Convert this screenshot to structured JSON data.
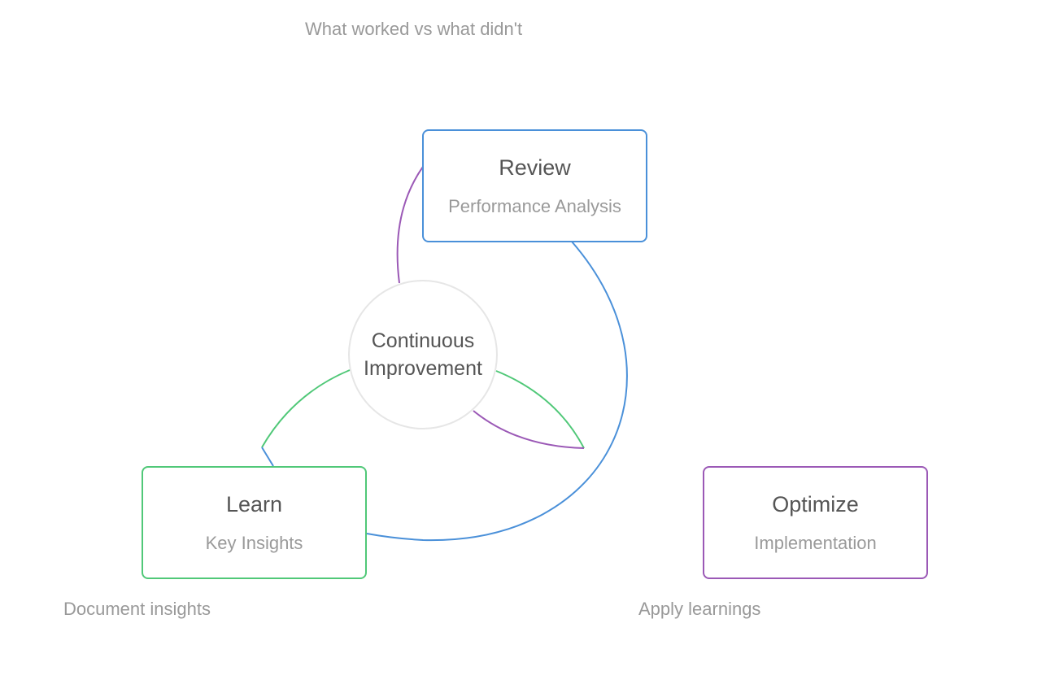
{
  "center": {
    "line1": "Continuous",
    "line2": "Improvement"
  },
  "stages": [
    {
      "key": "review",
      "title": "Review",
      "subtitle": "Performance Analysis",
      "note": "What worked vs what didn't",
      "color": "#4a90d9"
    },
    {
      "key": "learn",
      "title": "Learn",
      "subtitle": "Key Insights",
      "note": "Document insights",
      "color": "#50c878"
    },
    {
      "key": "optimize",
      "title": "Optimize",
      "subtitle": "Implementation",
      "note": "Apply learnings",
      "color": "#9b59b6"
    }
  ],
  "colors": {
    "review": "#4a90d9",
    "learn": "#50c878",
    "optimize": "#9b59b6",
    "hub_border": "#e6e6e6",
    "title_text": "#555555",
    "subtitle_text": "#9a9a9a"
  }
}
